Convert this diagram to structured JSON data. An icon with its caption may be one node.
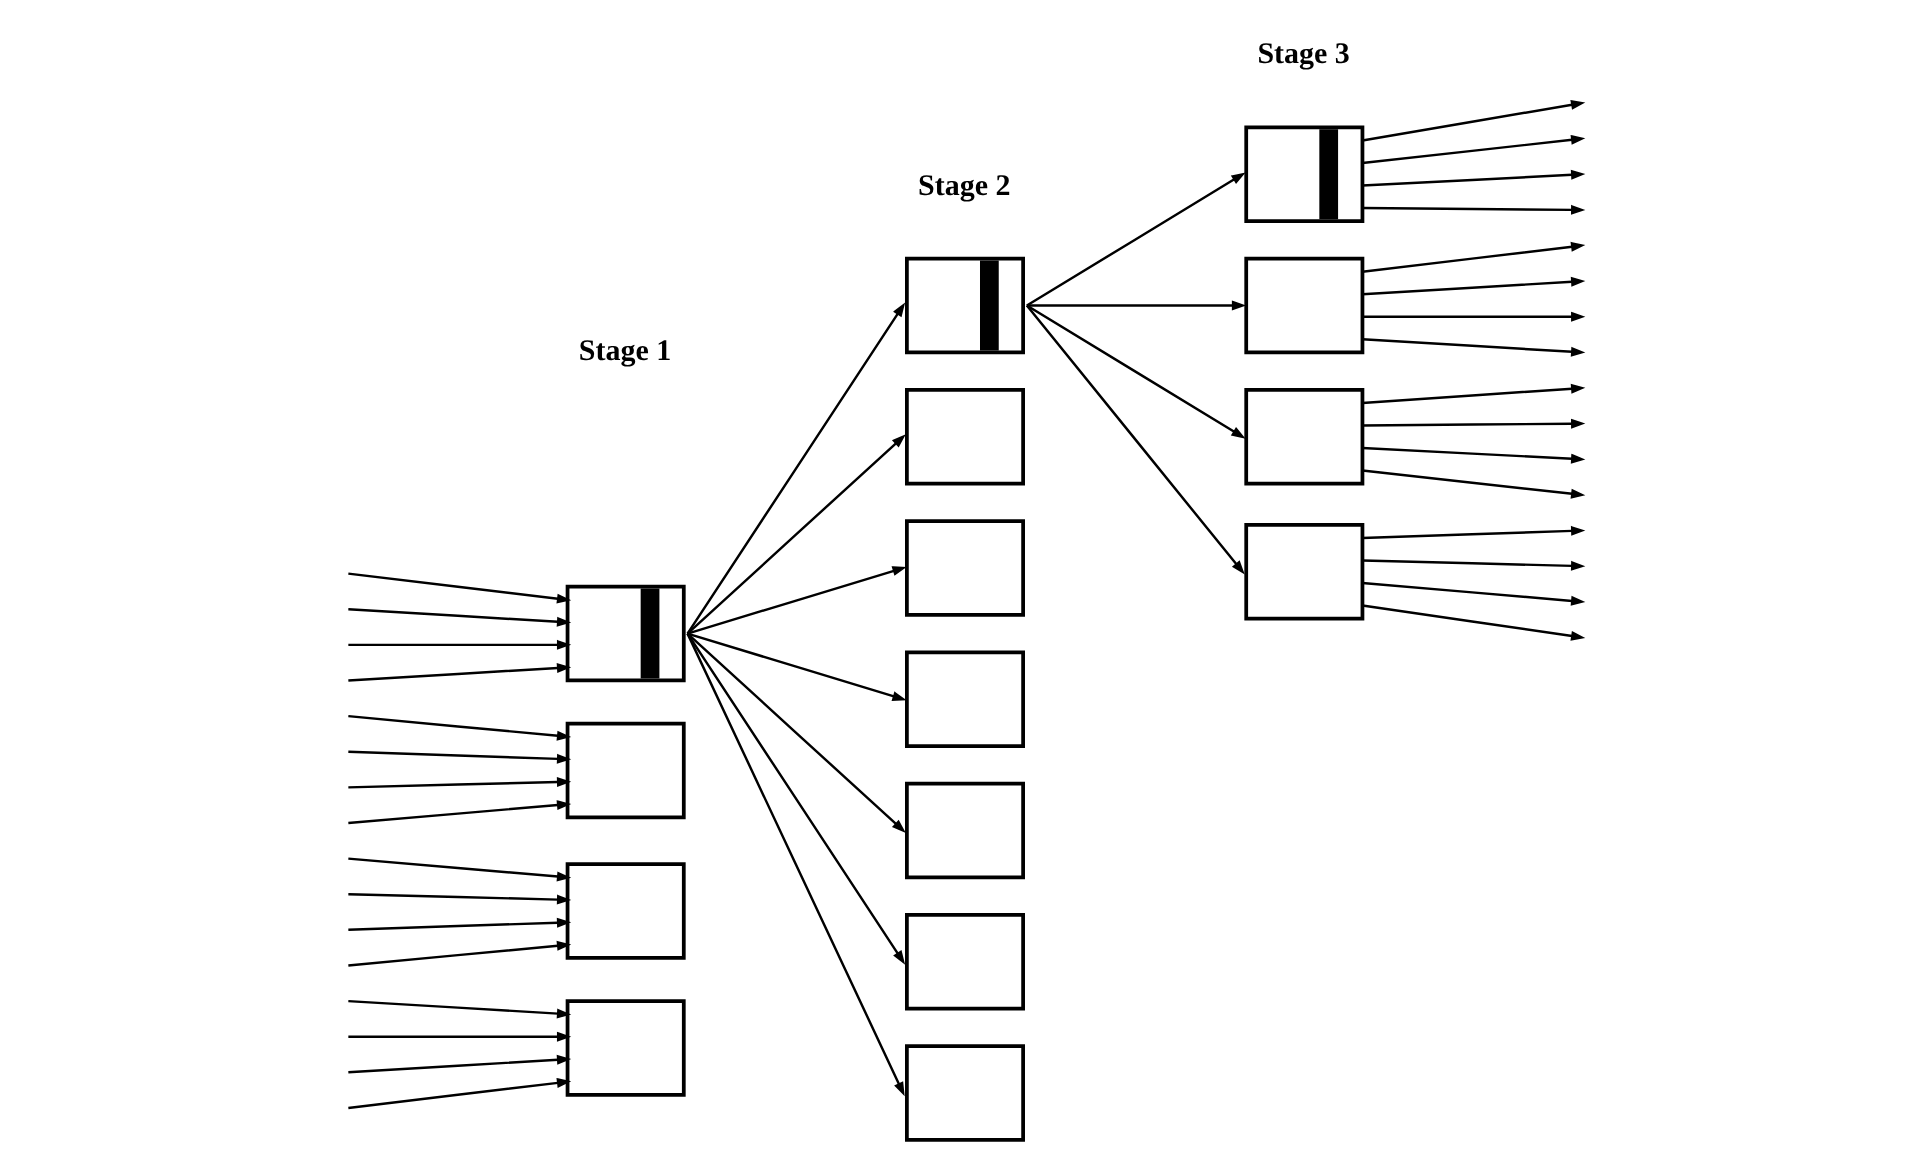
{
  "diagram": {
    "nodes": [
      {
        "text": [],
        "shape": "box"
      },
      {
        "text": [],
        "shape": "box"
      },
      {
        "text": [],
        "shape": "box"
      },
      {
        "text": [],
        "shape": "box"
      },
      {
        "text": [],
        "shape": "box"
      },
      {
        "text": [],
        "shape": "box"
      },
      {
        "text": [],
        "shape": "box"
      },
      {
        "text": [],
        "shape": "box"
      },
      {
        "text": [],
        "shape": "box"
      },
      {
        "text": [],
        "shape": "box"
      },
      {
        "text": [],
        "shape": "box"
      },
      {
        "text": [],
        "shape": "box"
      },
      {
        "text": [],
        "shape": "box"
      },
      {
        "text": [],
        "shape": "box"
      },
      {
        "text": [],
        "shape": "box"
      }
    ],
    "edges": [
      {
        "from": null,
        "to": 0,
        "arrow": "to"
      },
      {
        "from": null,
        "to": 0,
        "arrow": "to"
      },
      {
        "from": null,
        "to": 0,
        "arrow": "to"
      },
      {
        "from": null,
        "to": 0,
        "arrow": "to"
      },
      {
        "from": null,
        "to": 1,
        "arrow": "to"
      },
      {
        "from": null,
        "to": 1,
        "arrow": "to"
      },
      {
        "from": null,
        "to": 1,
        "arrow": "to"
      },
      {
        "from": null,
        "to": 1,
        "arrow": "to"
      },
      {
        "from": null,
        "to": 2,
        "arrow": "to"
      },
      {
        "from": null,
        "to": 2,
        "arrow": "to"
      },
      {
        "from": null,
        "to": 2,
        "arrow": "to"
      },
      {
        "from": null,
        "to": 2,
        "arrow": "to"
      },
      {
        "from": null,
        "to": 3,
        "arrow": "to"
      },
      {
        "from": null,
        "to": 3,
        "arrow": "to"
      },
      {
        "from": null,
        "to": 3,
        "arrow": "to"
      },
      {
        "from": null,
        "to": 3,
        "arrow": "to"
      },
      {
        "from": 0,
        "to": 4,
        "arrow": "to"
      },
      {
        "from": 0,
        "to": 5,
        "arrow": "to"
      },
      {
        "from": 0,
        "to": 6,
        "arrow": "to"
      },
      {
        "from": 0,
        "to": 7,
        "arrow": "to"
      },
      {
        "from": 0,
        "to": 8,
        "arrow": "to"
      },
      {
        "from": 0,
        "to": 9,
        "arrow": "to"
      },
      {
        "from": 0,
        "to": 10,
        "arrow": "to"
      },
      {
        "from": 4,
        "to": 11,
        "arrow": "to"
      },
      {
        "from": 4,
        "to": 12,
        "arrow": "to"
      },
      {
        "from": 4,
        "to": 13,
        "arrow": "to"
      },
      {
        "from": 4,
        "to": 14,
        "arrow": "to"
      },
      {
        "from": 11,
        "to": null,
        "arrow": "to"
      },
      {
        "from": 11,
        "to": null,
        "arrow": "to"
      },
      {
        "from": 11,
        "to": null,
        "arrow": "to"
      },
      {
        "from": 11,
        "to": null,
        "arrow": "to"
      },
      {
        "from": 12,
        "to": null,
        "arrow": "to"
      },
      {
        "from": 12,
        "to": null,
        "arrow": "to"
      },
      {
        "from": 12,
        "to": null,
        "arrow": "to"
      },
      {
        "from": 12,
        "to": null,
        "arrow": "to"
      },
      {
        "from": 13,
        "to": null,
        "arrow": "to"
      },
      {
        "from": 13,
        "to": null,
        "arrow": "to"
      },
      {
        "from": 13,
        "to": null,
        "arrow": "to"
      },
      {
        "from": 13,
        "to": null,
        "arrow": "to"
      },
      {
        "from": 14,
        "to": null,
        "arrow": "to"
      },
      {
        "from": 14,
        "to": null,
        "arrow": "to"
      },
      {
        "from": 14,
        "to": null,
        "arrow": "to"
      },
      {
        "from": 14,
        "to": null,
        "arrow": "to"
      }
    ],
    "labels": [
      "Stage 1",
      "Stage 2",
      "Stage 3"
    ]
  }
}
